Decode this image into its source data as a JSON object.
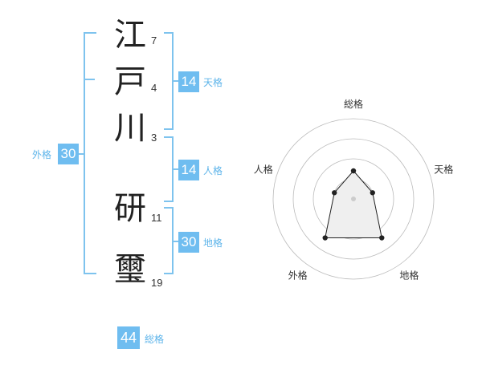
{
  "name": {
    "characters": [
      {
        "char": "江",
        "strokes": "7"
      },
      {
        "char": "戸",
        "strokes": "4"
      },
      {
        "char": "川",
        "strokes": "3"
      },
      {
        "char": "研",
        "strokes": "11"
      },
      {
        "char": "璽",
        "strokes": "19"
      }
    ]
  },
  "fortunes": {
    "tenkaku": {
      "value": "14",
      "label": "天格"
    },
    "jinkaku": {
      "value": "14",
      "label": "人格"
    },
    "chikaku": {
      "value": "30",
      "label": "地格"
    },
    "gaikaku": {
      "value": "30",
      "label": "外格"
    },
    "soukaku": {
      "value": "44",
      "label": "総格"
    }
  },
  "radar": {
    "axes": [
      "総格",
      "天格",
      "地格",
      "外格",
      "人格"
    ],
    "levels": 4,
    "values": [
      0.35,
      0.25,
      0.6,
      0.6,
      0.25
    ],
    "colors": {
      "fill": "#efefef",
      "line": "#222222",
      "grid": "#bbbbbb",
      "center": "#cccccc"
    }
  }
}
